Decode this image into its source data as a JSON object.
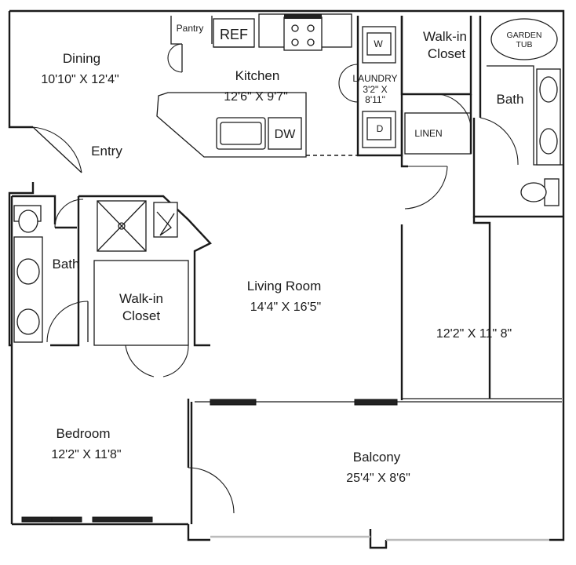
{
  "rooms": {
    "dining": {
      "name": "Dining",
      "dims": "10'10\" X 12'4\""
    },
    "kitchen": {
      "name": "Kitchen",
      "dims": "12'6\" X 9'7\""
    },
    "entry": {
      "name": "Entry"
    },
    "laundry": {
      "name": "LAUNDRY",
      "dims_line1": "3'2\" X",
      "dims_line2": "8'11\""
    },
    "walkin_closet_master": {
      "name_line1": "Walk-in",
      "name_line2": "Closet"
    },
    "bath_master": {
      "name": "Bath"
    },
    "bath_secondary": {
      "name": "Bath"
    },
    "walkin_closet_secondary": {
      "name_line1": "Walk-in",
      "name_line2": "Closet"
    },
    "living": {
      "name": "Living Room",
      "dims": "14'4\" X 16'5\""
    },
    "master_bedroom": {
      "dims": "12'2\" X 11\" 8\""
    },
    "bedroom": {
      "name": "Bedroom",
      "dims": "12'2\" X 11'8\""
    },
    "balcony": {
      "name": "Balcony",
      "dims": "25'4\" X 8'6\""
    }
  },
  "fixtures": {
    "pantry": "Pantry",
    "refrigerator": "REF",
    "dishwasher": "DW",
    "washer": "W",
    "dryer": "D",
    "linen": "LINEN",
    "garden_tub_line1": "GARDEN",
    "garden_tub_line2": "TUB"
  }
}
